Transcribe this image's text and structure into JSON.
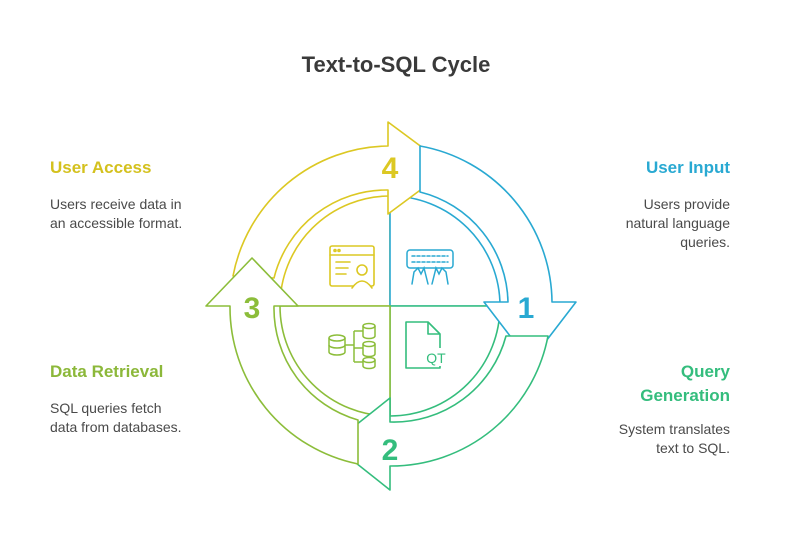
{
  "title": "Text-to-SQL Cycle",
  "stages": [
    {
      "number": "1",
      "title": "User Input",
      "description": "Users provide natural language queries.",
      "color": "#29a9d2",
      "icon": "keyboard-hands-icon"
    },
    {
      "number": "2",
      "title": "Query Generation",
      "description": "System translates text to SQL.",
      "color": "#34bd7d",
      "icon": "query-document-icon"
    },
    {
      "number": "3",
      "title": "Data Retrieval",
      "description": "SQL queries fetch data from databases.",
      "color": "#8cbd3a",
      "icon": "database-stack-icon"
    },
    {
      "number": "4",
      "title": "User Access",
      "description": "Users receive data in an accessible format.",
      "color": "#dcc823",
      "icon": "user-dashboard-icon"
    }
  ],
  "icon_labels": {
    "query_document": "QT"
  }
}
